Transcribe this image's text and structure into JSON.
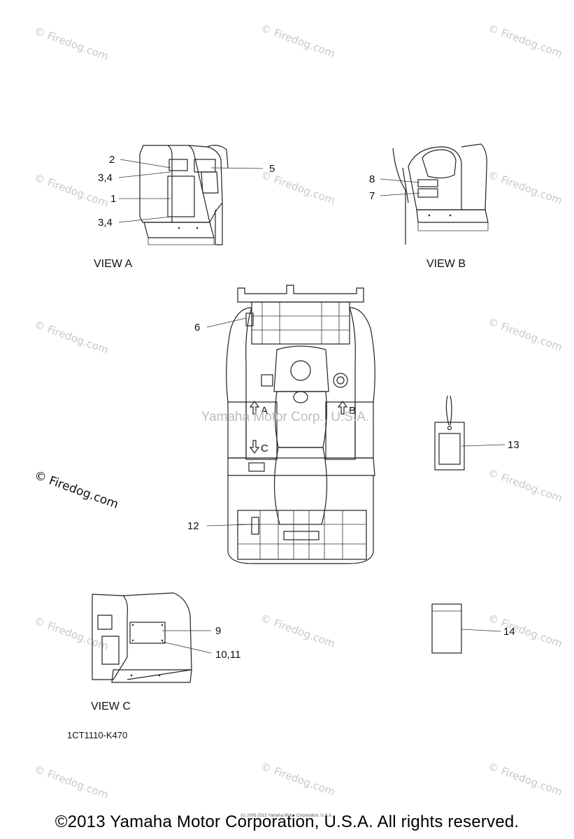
{
  "watermark": {
    "text": "Firedog.com",
    "symbol": "©"
  },
  "center_watermark": "Yamaha Motor Corp., U.S.A.",
  "views": {
    "a": {
      "title": "VIEW A",
      "callouts": [
        "2",
        "3,4",
        "1",
        "3,4",
        "5"
      ]
    },
    "b": {
      "title": "VIEW B",
      "callouts": [
        "8",
        "7"
      ]
    },
    "c": {
      "title": "VIEW C",
      "callouts": [
        "9",
        "10,11"
      ]
    }
  },
  "main": {
    "callouts": [
      "6",
      "12",
      "13",
      "14"
    ],
    "arrows": [
      "A",
      "B",
      "C"
    ]
  },
  "part_number": "1CT1110-K470",
  "fine_print": "(c) 2005-2013 Yamaha Motor Corporation, U.S.A.",
  "copyright": "©2013 Yamaha Motor Corporation, U.S.A. All rights reserved.",
  "colors": {
    "line": "#222222",
    "watermark": "#c8c8c8"
  }
}
